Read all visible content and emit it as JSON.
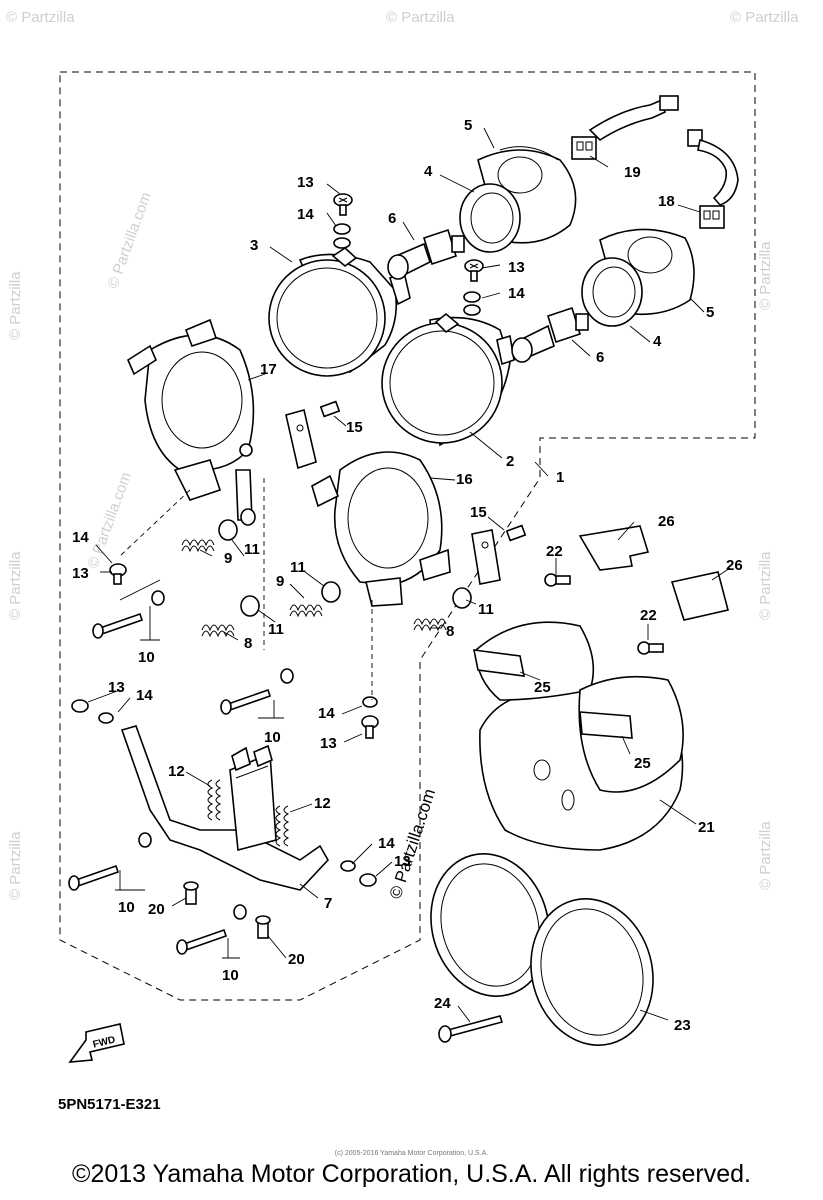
{
  "labels": {
    "l1": "1",
    "l2": "2",
    "l3": "3",
    "l4a": "4",
    "l4b": "4",
    "l5a": "5",
    "l5b": "5",
    "l6a": "6",
    "l6b": "6",
    "l7": "7",
    "l8a": "8",
    "l8b": "8",
    "l9a": "9",
    "l9b": "9",
    "l10a": "10",
    "l10b": "10",
    "l10c": "10",
    "l10d": "10",
    "l11a": "11",
    "l11b": "11",
    "l11c": "11",
    "l11d": "11",
    "l12a": "12",
    "l12b": "12",
    "l13a": "13",
    "l13b": "13",
    "l13c": "13",
    "l13d": "13",
    "l13e": "13",
    "l13f": "13",
    "l14a": "14",
    "l14b": "14",
    "l14c": "14",
    "l14d": "14",
    "l14e": "14",
    "l14f": "14",
    "l15a": "15",
    "l15b": "15",
    "l16": "16",
    "l17": "17",
    "l18": "18",
    "l19": "19",
    "l20a": "20",
    "l20b": "20",
    "l21": "21",
    "l22a": "22",
    "l22b": "22",
    "l23": "23",
    "l24": "24",
    "l25a": "25",
    "l25b": "25",
    "l26a": "26",
    "l26b": "26"
  },
  "fwd_label": "FWD",
  "diagram_code": "5PN5171-E321",
  "copyright": "©2013 Yamaha Motor Corporation, U.S.A. All rights reserved.",
  "small_print": "(c) 2005-2016 Yamaha Motor Corporation, U.S.A.",
  "watermark": "© Partzilla.com",
  "watermark_short": "© Partzilla"
}
